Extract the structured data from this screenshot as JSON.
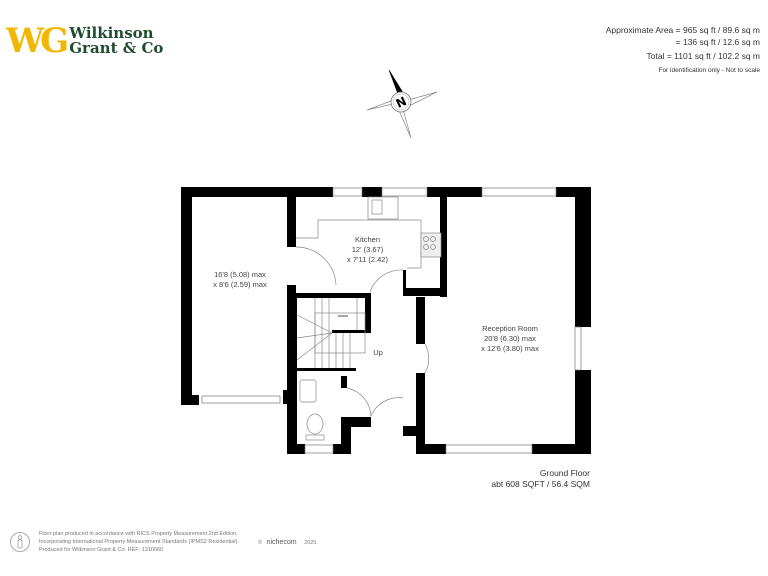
{
  "logo": {
    "mark": "WG",
    "line1": "Wilkinson",
    "line2": "Grant & Co",
    "colors": {
      "mark": "#f2b705",
      "text": "#1f4b2e"
    }
  },
  "area": {
    "line1": "Approximate Area = 965 sq ft / 89.6 sq m",
    "line2": "= 136 sq ft / 12.6 sq m",
    "line3": "Total = 1101 sq ft / 102.2 sq m",
    "note": "For identification only - Not to scale"
  },
  "compass": {
    "label": "N",
    "icon": "north-arrow-icon"
  },
  "rooms": {
    "garage": {
      "line1": "16'8 (5.08) max",
      "line2": "x 8'6 (2.59) max"
    },
    "kitchen": {
      "name": "Kitchen",
      "line1": "12' (3.67)",
      "line2": "x 7'11 (2.42)"
    },
    "reception": {
      "name": "Reception Room",
      "line1": "20'8 (6.30) max",
      "line2": "x 12'6 (3.80) max"
    },
    "stairs": {
      "label": "Up"
    }
  },
  "floor": {
    "name": "Ground Floor",
    "area": "abt 608 SQFT / 56.4 SQM"
  },
  "footer": {
    "line1": "Floor plan produced in accordance with RICS Property Measurement 2nd Edition,",
    "line2": "Incorporating International Property Measurement Standards (IPMS2 Residential).",
    "line3": "Produced for Wilkinson Grant & Co.   REF: 1310660",
    "copyright": "©",
    "brand": "nichecom",
    "year": "2025."
  }
}
